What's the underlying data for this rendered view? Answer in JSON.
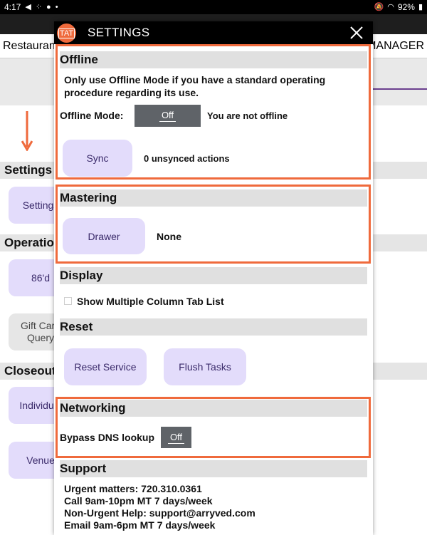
{
  "status_bar": {
    "time": "4:17",
    "battery": "92%"
  },
  "background": {
    "header_left": "Restaurant",
    "header_right": "MANAGER",
    "sections": [
      "Settings",
      "Operations",
      "Closeout"
    ],
    "buttons": [
      "Settings",
      "86'd",
      "Gift Card Query",
      "Individual",
      "Venue"
    ]
  },
  "modal": {
    "title": "SETTINGS",
    "offline": {
      "heading": "Offline",
      "description": "Only use Offline Mode if you have a standard operating procedure regarding its use.",
      "mode_label": "Offline Mode:",
      "toggle_value": "Off",
      "status": "You are not offline",
      "sync_button": "Sync",
      "unsynced": "0 unsynced actions"
    },
    "mastering": {
      "heading": "Mastering",
      "drawer_button": "Drawer",
      "drawer_value": "None"
    },
    "display": {
      "heading": "Display",
      "checkbox_label": "Show Multiple Column Tab List"
    },
    "reset": {
      "heading": "Reset",
      "reset_service_button": "Reset Service",
      "flush_tasks_button": "Flush Tasks"
    },
    "networking": {
      "heading": "Networking",
      "bypass_label": "Bypass DNS lookup",
      "bypass_value": "Off"
    },
    "support": {
      "heading": "Support",
      "line1": "Urgent matters: 720.310.0361",
      "line2": "Call 9am-10pm MT 7 days/week",
      "line3": "Non-Urgent Help: support@arryved.com",
      "line4": "Email 9am-6pm MT 7 days/week"
    }
  },
  "colors": {
    "accent": "#ef6a3c",
    "button_bg": "#e3dcfb",
    "toggle_bg": "#5f6368"
  }
}
